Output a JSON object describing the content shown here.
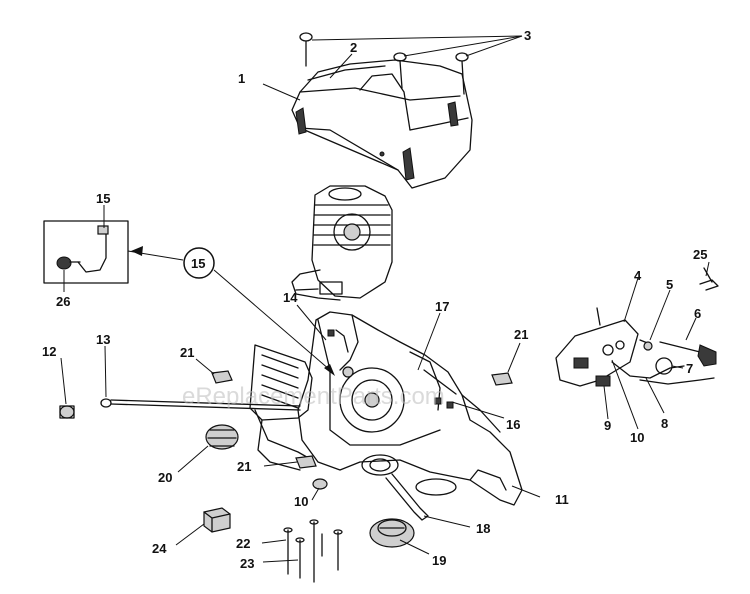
{
  "watermark": "eReplacementParts.com",
  "labels": {
    "l1": "1",
    "l2": "2",
    "l3": "3",
    "l4": "4",
    "l5": "5",
    "l6": "6",
    "l7": "7",
    "l8": "8",
    "l9": "9",
    "l10a": "10",
    "l10b": "10",
    "l11": "11",
    "l12": "12",
    "l13": "13",
    "l14": "14",
    "l15a": "15",
    "l15b": "15",
    "l16": "16",
    "l17": "17",
    "l18": "18",
    "l19": "19",
    "l20": "20",
    "l21a": "21",
    "l21b": "21",
    "l21c": "21",
    "l22": "22",
    "l23": "23",
    "l24": "24",
    "l25": "25",
    "l26": "26"
  }
}
